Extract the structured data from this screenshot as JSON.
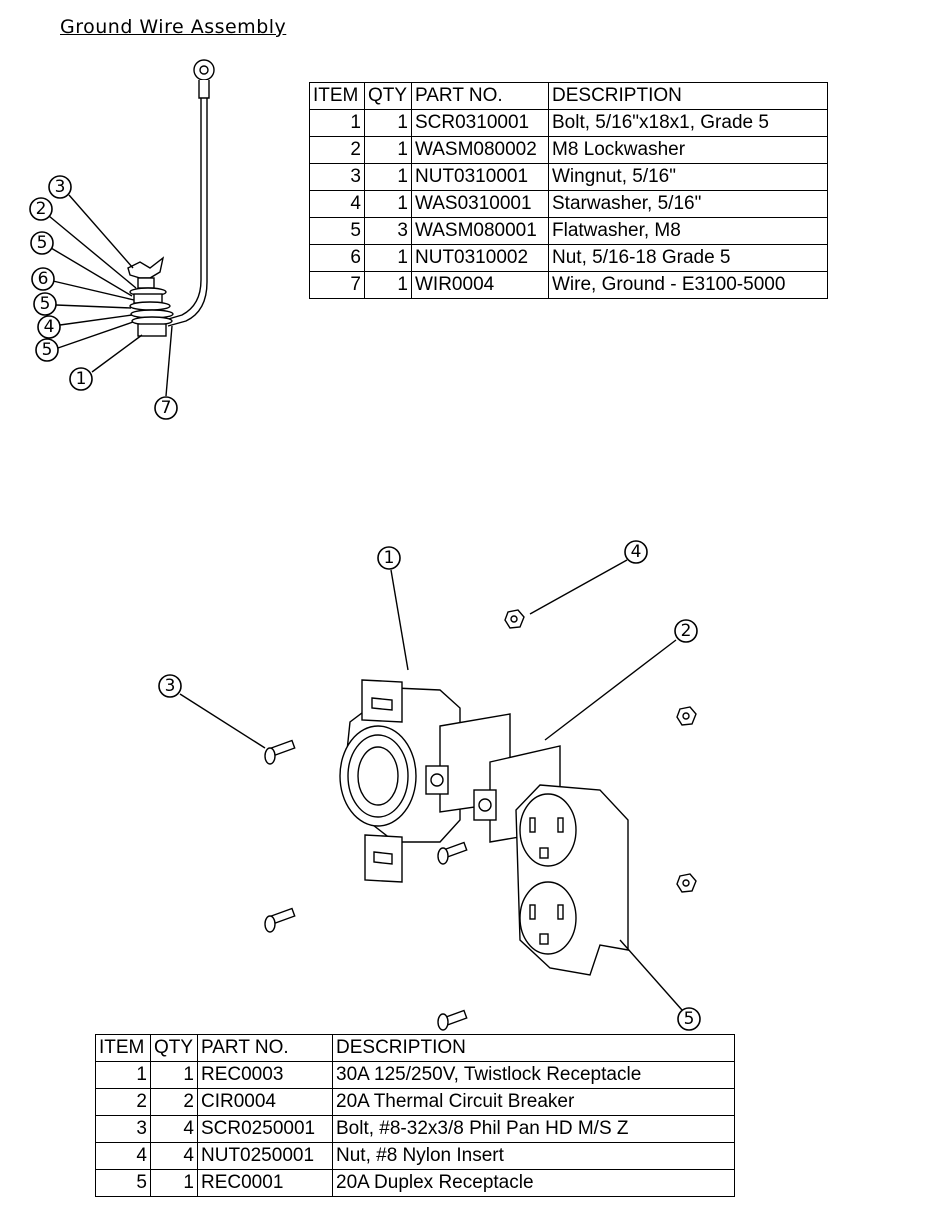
{
  "ground_wire": {
    "title": "Ground Wire Assembly",
    "headers": [
      "ITEM",
      "QTY",
      "PART NO.",
      "DESCRIPTION"
    ],
    "rows": [
      {
        "item": "1",
        "qty": "1",
        "part": "SCR0310001",
        "desc": "Bolt, 5/16\"x18x1, Grade 5"
      },
      {
        "item": "2",
        "qty": "1",
        "part": "WASM080002",
        "desc": "M8 Lockwasher"
      },
      {
        "item": "3",
        "qty": "1",
        "part": "NUT0310001",
        "desc": "Wingnut, 5/16\""
      },
      {
        "item": "4",
        "qty": "1",
        "part": "WAS0310001",
        "desc": "Starwasher, 5/16\""
      },
      {
        "item": "5",
        "qty": "3",
        "part": "WASM080001",
        "desc": "Flatwasher, M8"
      },
      {
        "item": "6",
        "qty": "1",
        "part": "NUT0310002",
        "desc": "Nut, 5/16-18 Grade 5"
      },
      {
        "item": "7",
        "qty": "1",
        "part": "WIR0004",
        "desc": "Wire, Ground - E3100-5000"
      }
    ],
    "callouts": [
      "3",
      "2",
      "5",
      "6",
      "5",
      "4",
      "5",
      "1",
      "7"
    ]
  },
  "receptacle": {
    "headers": [
      "ITEM",
      "QTY",
      "PART NO.",
      "DESCRIPTION"
    ],
    "rows": [
      {
        "item": "1",
        "qty": "1",
        "part": "REC0003",
        "desc": "30A 125/250V, Twistlock Receptacle"
      },
      {
        "item": "2",
        "qty": "2",
        "part": "CIR0004",
        "desc": "20A Thermal Circuit Breaker"
      },
      {
        "item": "3",
        "qty": "4",
        "part": "SCR0250001",
        "desc": "Bolt, #8-32x3/8 Phil Pan HD M/S Z"
      },
      {
        "item": "4",
        "qty": "4",
        "part": "NUT0250001",
        "desc": "Nut, #8 Nylon Insert"
      },
      {
        "item": "5",
        "qty": "1",
        "part": "REC0001",
        "desc": "20A Duplex Receptacle"
      }
    ],
    "callouts": [
      "1",
      "4",
      "2",
      "3",
      "5"
    ]
  }
}
